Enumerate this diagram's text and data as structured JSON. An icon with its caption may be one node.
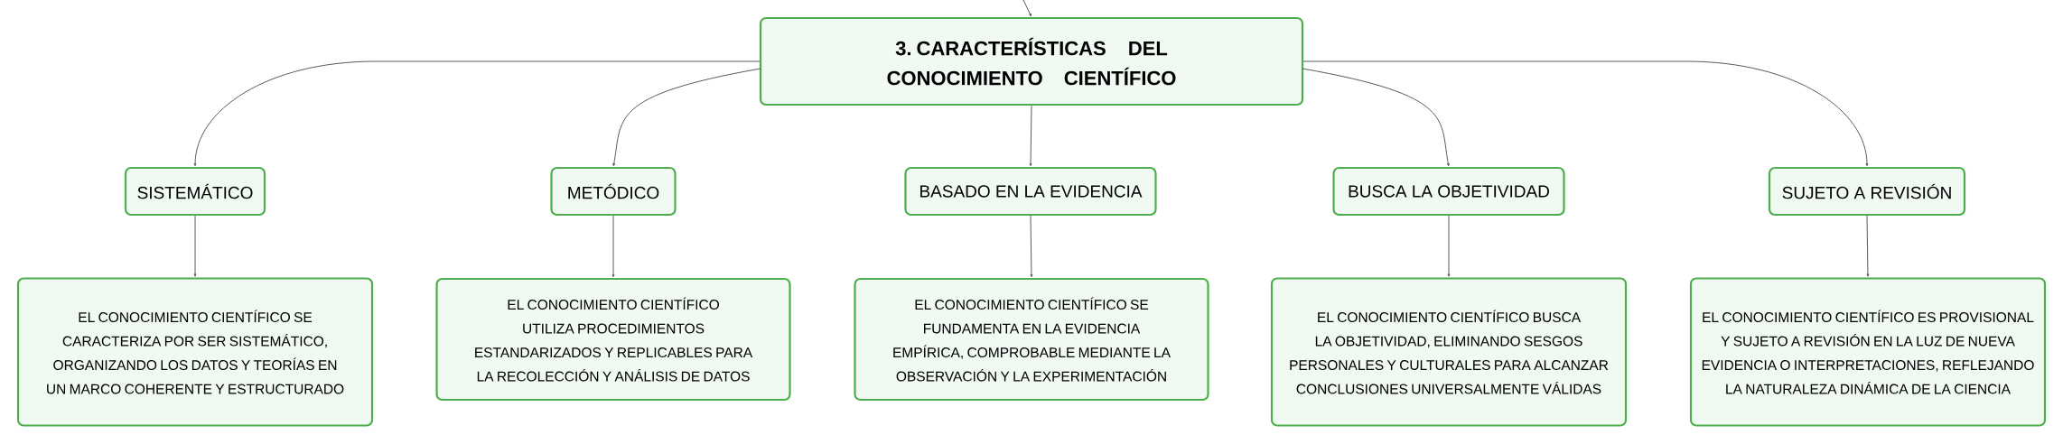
{
  "diagram": {
    "nodes": [
      {
        "text": [
          "3. CARACTERÍSTICAS DEL CONOCIMIENTO CIENTÍFICO"
        ]
      },
      {
        "text": [
          "SISTEMÁTICO"
        ]
      },
      {
        "text": [
          "METÓDICO"
        ]
      },
      {
        "text": [
          "BASADO EN LA EVIDENCIA"
        ]
      },
      {
        "text": [
          "BUSCA LA OBJETIVIDAD"
        ]
      },
      {
        "text": [
          "SUJETO A REVISIÓN"
        ]
      },
      {
        "text": [
          "EL CONOCIMIENTO CIENTÍFICO SE CARACTERIZA POR SER SISTEMÁTICO, ORGANIZANDO LOS DATOS Y TEORÍAS EN UN MARCO COHERENTE Y ESTRUCTURADO"
        ]
      },
      {
        "text": [
          "EL CONOCIMIENTO CIENTÍFICO UTILIZA PROCEDIMIENTOS ESTANDARIZADOS Y REPLICABLES PARA LA RECOLECCIÓN Y ANÁLISIS DE DATOS"
        ]
      },
      {
        "text": [
          "EL CONOCIMIENTO CIENTÍFICO SE FUNDAMENTA EN LA EVIDENCIA EMPÍRICA, COMPROBABLE MEDIANTE LA OBSERVACIÓN Y LA EXPERIMENTACIÓN"
        ]
      },
      {
        "text": [
          "EL CONOCIMIENTO CIENTÍFICO BUSCA LA OBJETIVIDAD, ELIMINANDO SESGOS PERSONALES Y CULTURALES PARA ALCANZAR CONCLUSIONES UNIVERSALMENTE VÁLIDAS"
        ]
      },
      {
        "text": [
          "EL CONOCIMIENTO CIENTÍFICO ES PROVISIONAL Y SUJETO A REVISIÓN EN LA LUZ DE NUEVA EVIDENCIA O INTERPRETACIONES, REFLEJANDO LA NATURALEZA DINÁMICA DE LA CIENCIA"
        ]
      }
    ],
    "edges": [
      {
        "from": null,
        "to": 0,
        "arrow": "to"
      },
      {
        "from": 0,
        "to": 1,
        "arrow": "to"
      },
      {
        "from": 0,
        "to": 2,
        "arrow": "to"
      },
      {
        "from": 0,
        "to": 3,
        "arrow": "to"
      },
      {
        "from": 0,
        "to": 4,
        "arrow": "to"
      },
      {
        "from": 0,
        "to": 5,
        "arrow": "to"
      },
      {
        "from": 1,
        "to": 6,
        "arrow": "to"
      },
      {
        "from": 2,
        "to": 7,
        "arrow": "to"
      },
      {
        "from": 3,
        "to": 8,
        "arrow": "to"
      },
      {
        "from": 4,
        "to": 9,
        "arrow": "to"
      },
      {
        "from": 5,
        "to": 10,
        "arrow": "to"
      }
    ]
  }
}
